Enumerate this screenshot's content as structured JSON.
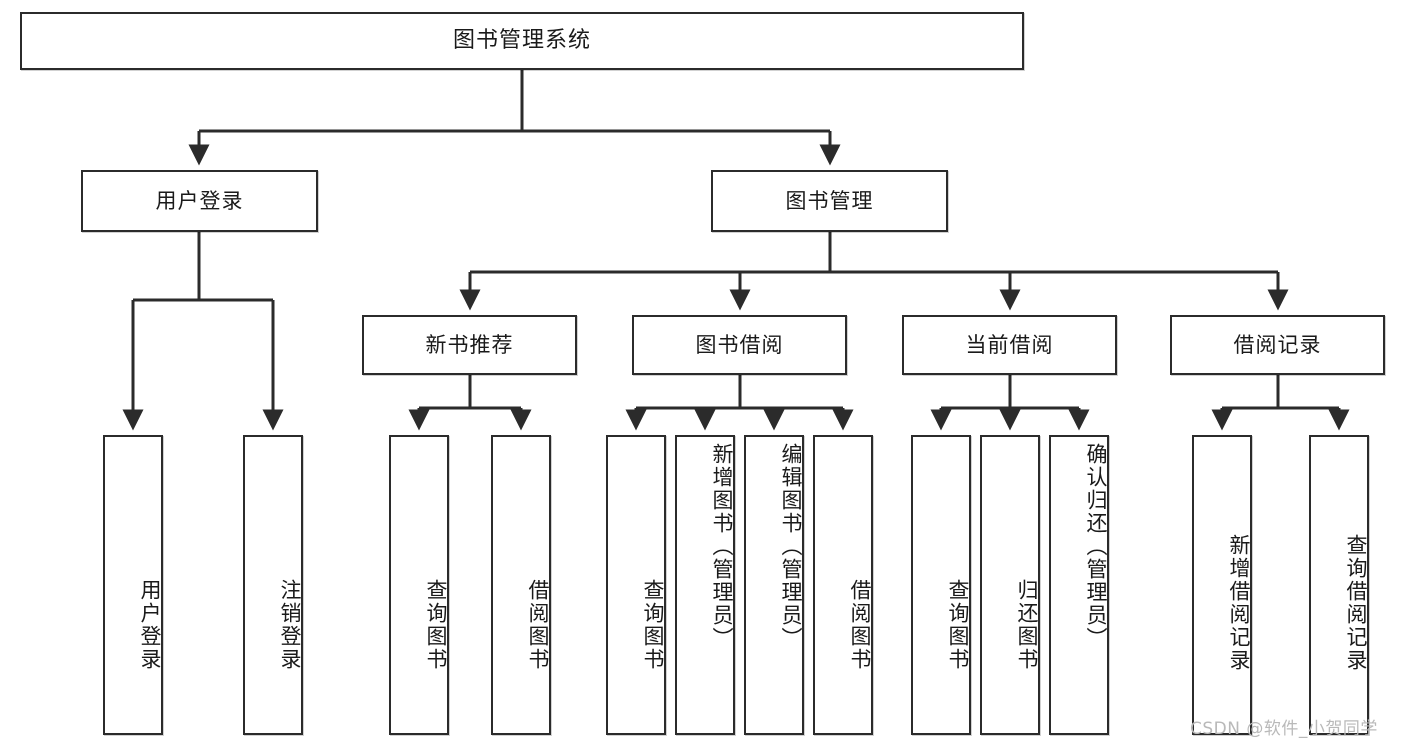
{
  "diagram": {
    "title": "图书管理系统",
    "root": {
      "label": "图书管理系统"
    },
    "level2": [
      {
        "label": "用户登录"
      },
      {
        "label": "图书管理"
      }
    ],
    "level3": [
      {
        "label": "新书推荐"
      },
      {
        "label": "图书借阅"
      },
      {
        "label": "当前借阅"
      },
      {
        "label": "借阅记录"
      }
    ],
    "leaves": {
      "user_login": [
        {
          "label": "用户登录"
        },
        {
          "label": "注销登录"
        }
      ],
      "new_book_recommend": [
        {
          "label": "查询图书"
        },
        {
          "label": "借阅图书"
        }
      ],
      "book_borrow": [
        {
          "label": "查询图书"
        },
        {
          "label": "新增图书（管理员）"
        },
        {
          "label": "编辑图书（管理员）"
        },
        {
          "label": "借阅图书"
        }
      ],
      "current_borrow": [
        {
          "label": "查询图书"
        },
        {
          "label": "归还图书"
        },
        {
          "label": "确认归还（管理员）"
        }
      ],
      "borrow_records": [
        {
          "label": "新增借阅记录"
        },
        {
          "label": "查询借阅记录"
        }
      ]
    },
    "watermark": "CSDN @软件_小贺同学",
    "colors": {
      "stroke": "#2b2b2b",
      "fill": "#ffffff",
      "text": "#1a1a1a",
      "watermark": "#b9b9b9"
    }
  }
}
